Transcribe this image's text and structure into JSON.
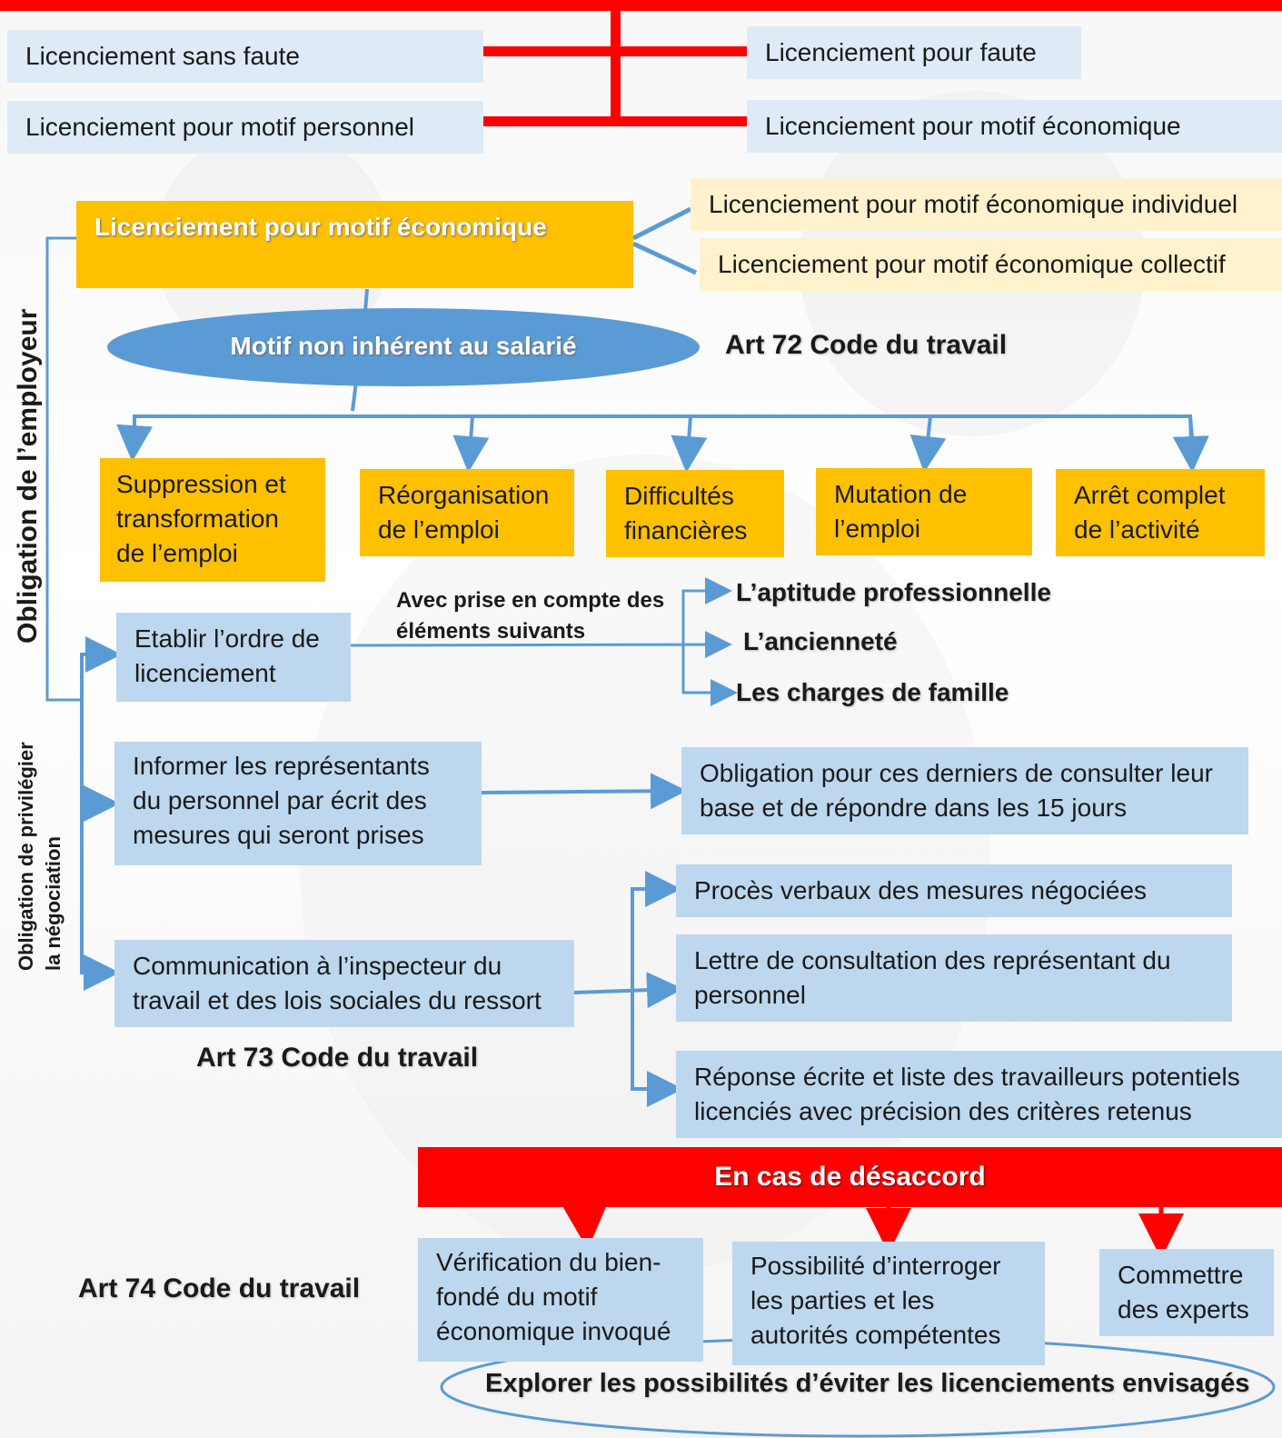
{
  "types": {
    "sans_faute": "Licenciement sans faute",
    "pour_faute": "Licenciement pour faute",
    "motif_personnel": "Licenciement pour motif personnel",
    "motif_economique": "Licenciement pour motif économique"
  },
  "main": {
    "title": "Licenciement pour motif économique",
    "individuel": "Licenciement pour motif économique individuel",
    "collectif": "Licenciement pour motif économique collectif",
    "motif": "Motif non inhérent au salarié",
    "art72": "Art 72 Code du travail"
  },
  "causes": [
    "Suppression et transformation de l’emploi",
    "Réorganisation de l’emploi",
    "Difficultés financières",
    "Mutation de l’emploi",
    "Arrêt complet de l’activité"
  ],
  "side_labels": {
    "employeur": "Obligation de l’employeur",
    "negociation_line1": "Obligation de privilégier",
    "negociation_line2": "la négociation"
  },
  "ordre": {
    "label": "Etablir l’ordre de licenciement",
    "avec": "Avec prise en compte des éléments suivants",
    "criteres": [
      "L’aptitude professionnelle",
      "L’ancienneté",
      "Les charges de famille"
    ]
  },
  "informer": {
    "label": "Informer les représentants du personnel par écrit des mesures qui seront prises",
    "result": "Obligation pour ces derniers de consulter leur base et de répondre dans les 15 jours"
  },
  "communication": {
    "label": "Communication à l’inspecteur du travail et des lois sociales du ressort",
    "art73": "Art 73 Code du travail",
    "documents": [
      "Procès verbaux des mesures négociées",
      "Lettre de consultation des représentant du personnel",
      "Réponse écrite et liste des travailleurs potentiels licenciés avec précision des critères retenus"
    ]
  },
  "desaccord": {
    "title": "En cas de désaccord",
    "art74": "Art 74 Code du travail",
    "actions": [
      "Vérification du bien-fondé du motif économique invoqué",
      "Possibilité d’interroger les parties et les autorités compétentes",
      "Commettre des experts"
    ],
    "explorer": "Explorer les possibilités d’éviter les licenciements envisagés"
  },
  "colors": {
    "red": "#ff0000",
    "connector_blue": "#5b9bd5",
    "orange": "#ffc000",
    "light_blue": "#bdd7ee",
    "ellipse_blue": "#5b9bd5"
  }
}
